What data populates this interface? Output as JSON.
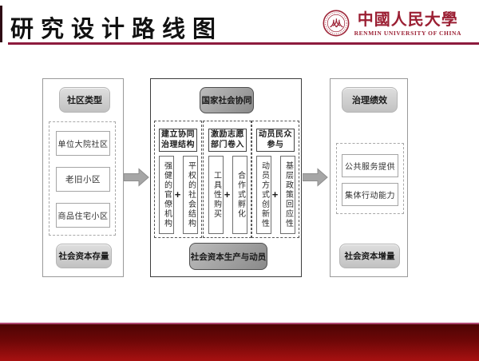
{
  "slide": {
    "title": "研究设计路线图",
    "logo": {
      "cn": "中國人民大學",
      "en": "RENMIN UNIVERSITY OF CHINA"
    }
  },
  "colors": {
    "title_rule": "#8d1b3d",
    "logo_red": "#9b1f33",
    "band_top": "#4d0404",
    "band_bottom": "#a81111",
    "band_edge": "#b04872",
    "arrow_gray": "#a6a6a6"
  },
  "diagram": {
    "left": {
      "top_pill": "社区类型",
      "items": [
        "单位大院社区",
        "老旧小区",
        "商品住宅小区"
      ],
      "bottom_pill": "社会资本存量"
    },
    "middle": {
      "top_pill": "国家社会协同",
      "plus_label": "+",
      "groups": [
        {
          "header_line1": "建立协同",
          "header_line2": "治理结构",
          "left_item": "强健的官僚机构",
          "right_item": "平权的社会结构"
        },
        {
          "header_line1": "激励志愿",
          "header_line2": "部门卷入",
          "left_item": "工具性购买",
          "right_item": "合作式孵化"
        },
        {
          "header_line1": "动员民众",
          "header_line2": "参与",
          "left_item": "动员方式创新性",
          "right_item": "基层政策回应性"
        }
      ],
      "bottom_pill": "社会资本生产与动员"
    },
    "right": {
      "top_pill": "治理绩效",
      "items": [
        "公共服务提供",
        "集体行动能力"
      ],
      "bottom_pill": "社会资本增量"
    }
  }
}
